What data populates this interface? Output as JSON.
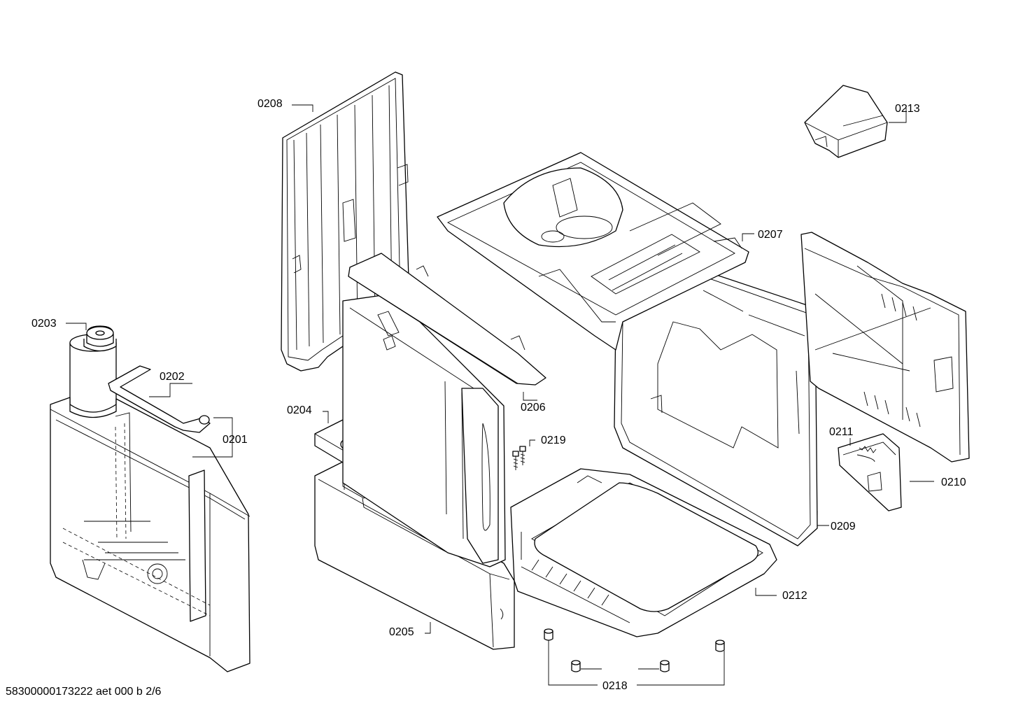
{
  "labels": {
    "p0201": "0201",
    "p0202": "0202",
    "p0203": "0203",
    "p0204": "0204",
    "p0205": "0205",
    "p0206": "0206",
    "p0207": "0207",
    "p0208": "0208",
    "p0209": "0209",
    "p0210": "0210",
    "p0211": "0211",
    "p0212": "0212",
    "p0213": "0213",
    "p0218": "0218",
    "p0219": "0219"
  },
  "footer": "58300000173222 aet 000 b 2/6"
}
